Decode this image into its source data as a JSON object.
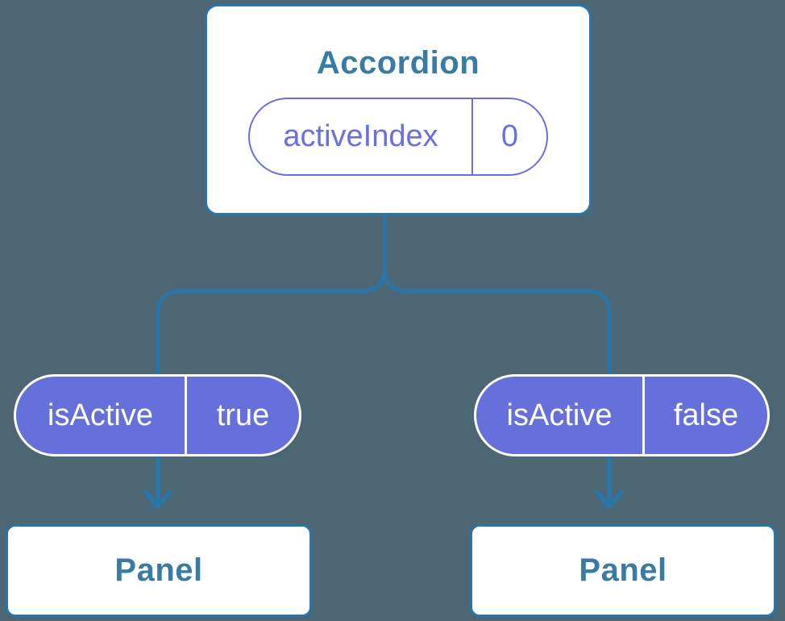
{
  "diagram": {
    "root": {
      "title": "Accordion",
      "state": {
        "label": "activeIndex",
        "value": "0"
      }
    },
    "branches": [
      {
        "prop": {
          "label": "isActive",
          "value": "true"
        },
        "panel": {
          "title": "Panel"
        }
      },
      {
        "prop": {
          "label": "isActive",
          "value": "false"
        },
        "panel": {
          "title": "Panel"
        }
      }
    ],
    "icons": [
      "arrow-down-icon",
      "tree-branch-connector"
    ],
    "colors": {
      "background": "#4C6673",
      "connector_blue": "#2B74A6",
      "node_border_blue": "#2B74A6",
      "node_text_blue": "#3A7BA4",
      "pill_fill_purple": "#6570DA",
      "pill_outline_purple": "#6A6FDF",
      "pill_text_on_purple": "#FFFFFF",
      "node_fill": "#FFFFFF"
    }
  }
}
